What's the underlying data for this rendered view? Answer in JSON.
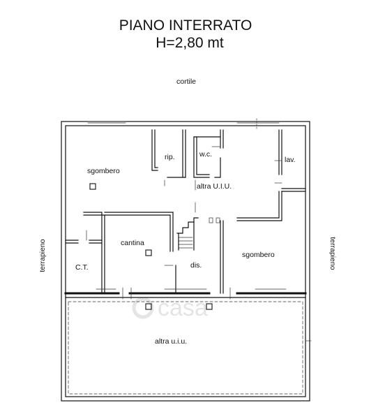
{
  "title": {
    "line1": "PIANO INTERRATO",
    "line2": "H=2,80 mt"
  },
  "surroundings": {
    "top": "cortile",
    "left": "terrapieno",
    "right": "terrapieno"
  },
  "rooms": {
    "sgombero_left": "sgombero",
    "ripostiglio": "rip.",
    "wc": "w.c.",
    "lavanderia": "lav.",
    "altra_uiu_upper": "altra U.I.U.",
    "cantina": "cantina",
    "ct": "C.T.",
    "disimpegno": "dis.",
    "sgombero_right": "sgombero",
    "altra_uiu_lower": "altra u.i.u."
  },
  "watermark": "casa"
}
